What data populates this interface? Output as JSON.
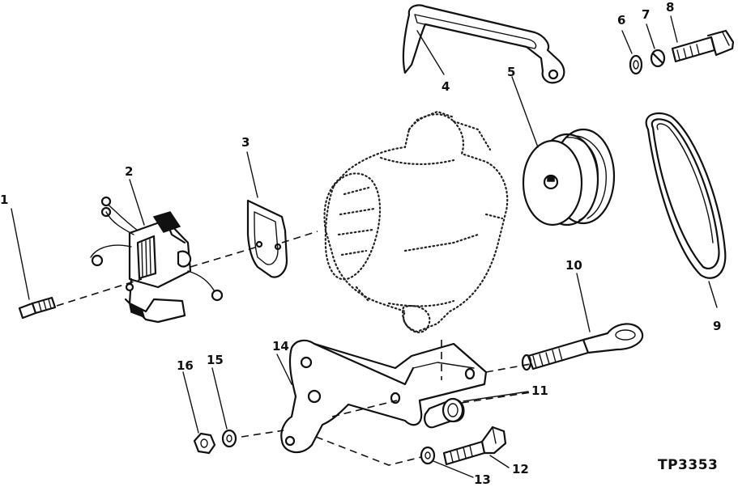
{
  "callouts": [
    {
      "id": "1",
      "label": "1"
    },
    {
      "id": "2",
      "label": "2"
    },
    {
      "id": "3",
      "label": "3"
    },
    {
      "id": "4",
      "label": "4"
    },
    {
      "id": "5",
      "label": "5"
    },
    {
      "id": "6",
      "label": "6"
    },
    {
      "id": "7",
      "label": "7"
    },
    {
      "id": "8",
      "label": "8"
    },
    {
      "id": "9",
      "label": "9"
    },
    {
      "id": "10",
      "label": "10"
    },
    {
      "id": "11",
      "label": "11"
    },
    {
      "id": "12",
      "label": "12"
    },
    {
      "id": "13",
      "label": "13"
    },
    {
      "id": "14",
      "label": "14"
    },
    {
      "id": "15",
      "label": "15"
    },
    {
      "id": "16",
      "label": "16"
    }
  ],
  "reference": "TP3353"
}
